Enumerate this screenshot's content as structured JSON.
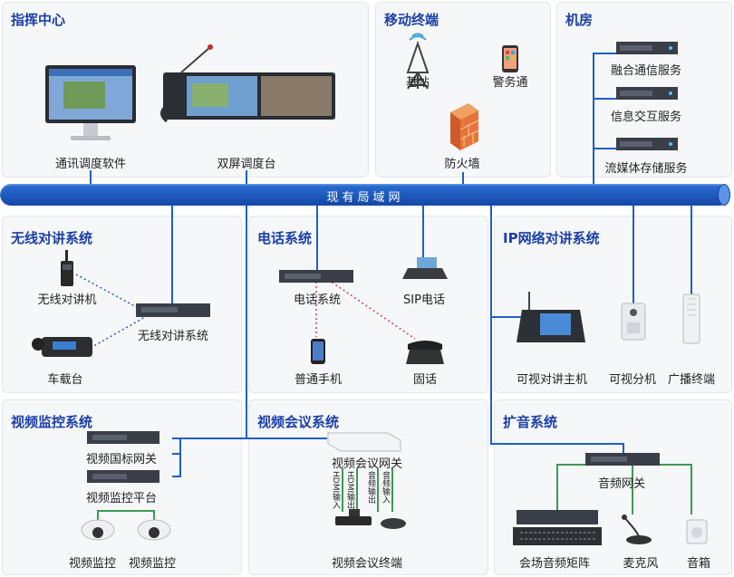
{
  "network": {
    "label": "现有局域网"
  },
  "panels": {
    "command": {
      "title": "指挥中心",
      "devices": [
        "通讯调度软件",
        "双屏调度台"
      ]
    },
    "mobile": {
      "title": "移动终端",
      "devices": [
        "基站",
        "警务通",
        "防火墙"
      ]
    },
    "server_room": {
      "title": "机房",
      "devices": [
        "融合通信服务",
        "信息交互服务",
        "流媒体存储服务"
      ]
    },
    "wireless": {
      "title": "无线对讲系统",
      "devices": [
        "无线对讲机",
        "无线对讲系统",
        "车载台"
      ]
    },
    "phone": {
      "title": "电话系统",
      "devices": [
        "电话系统",
        "SIP电话",
        "普通手机",
        "固话"
      ]
    },
    "ip_intercom": {
      "title": "IP网络对讲系统",
      "devices": [
        "可视对讲主机",
        "可视分机",
        "广播终端"
      ]
    },
    "video_monitor": {
      "title": "视频监控系统",
      "devices": [
        "视频国标网关",
        "视频监控平台",
        "视频监控",
        "视频监控"
      ]
    },
    "video_conf": {
      "title": "视频会议系统",
      "devices": [
        "视频会议网关",
        "视频会议终端"
      ],
      "links": [
        "HDMI输入",
        "HDMI输出",
        "音频输出",
        "音频输入"
      ]
    },
    "pa": {
      "title": "扩音系统",
      "devices": [
        "音频网关",
        "会场音频矩阵",
        "麦克风",
        "音箱"
      ]
    }
  },
  "colors": {
    "title": "#1a3fa8",
    "bus": "#1f5fc8",
    "link": "#1f5fc8",
    "audio_link": "#3c9a52",
    "wireless_link": "#1f5fc8",
    "phone_link": "#d04050"
  }
}
